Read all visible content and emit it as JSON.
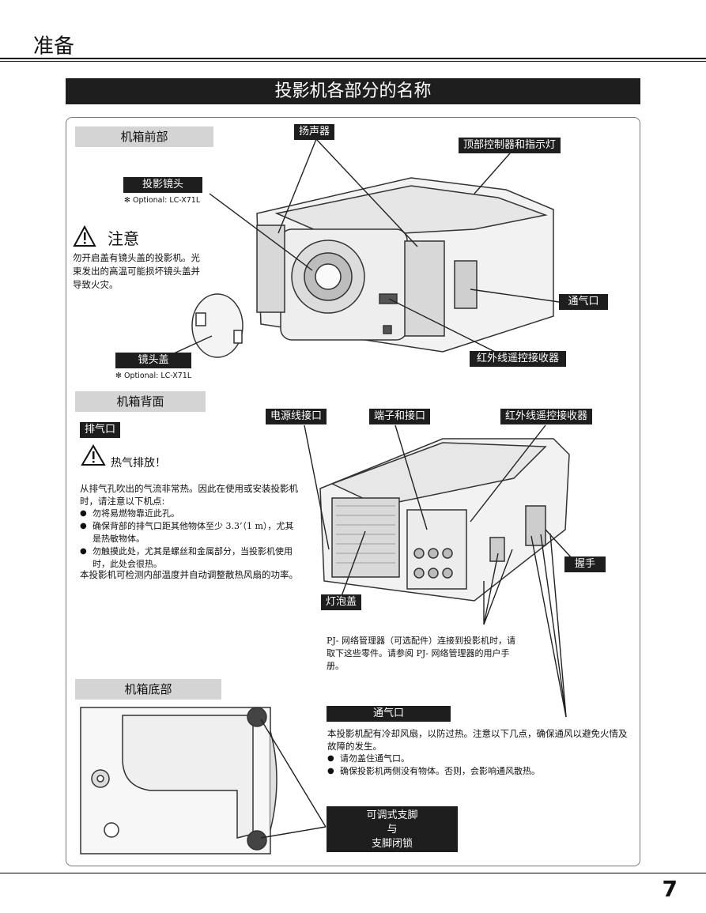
{
  "header": {
    "section_title": "准备"
  },
  "banner": {
    "title": "投影机各部分的名称"
  },
  "front": {
    "heading": "机箱前部",
    "labels": {
      "speaker": "扬声器",
      "top_controls": "顶部控制器和指示灯",
      "lens": "投影镜头",
      "lens_note": "✻ Optional: LC-X71L",
      "vent": "通气口",
      "ir_receiver": "红外线遥控接收器",
      "lens_cap": "镜头盖",
      "lens_cap_note": "✻ Optional: LC-X71L"
    },
    "caution": {
      "title": "注意",
      "text": "勿开启盖有镜头盖的投影机。光束发出的高温可能损坏镜头盖并导致火灾。"
    }
  },
  "back": {
    "heading": "机箱背面",
    "exhaust_label": "排气口",
    "hot_air": {
      "title": "热气排放！",
      "intro": "从排气孔吹出的气流非常热。因此在使用或安装投影机时，请注意以下机点:",
      "bullets": [
        "勿将易燃物靠近此孔。",
        "确保背部的排气口距其他物体至少 3.3’（1 m），尤其是热敏物体。",
        "勿触摸此处，尤其是螺丝和金属部分，当投影机使用时，此处会很热。"
      ],
      "footer": "本投影机可检测内部温度并自动调整散热风扇的功率。"
    },
    "labels": {
      "power_socket": "电源线接口",
      "terminals": "端子和接口",
      "ir_receiver": "红外线遥控接收器",
      "handle": "握手",
      "lamp_cover": "灯泡盖"
    },
    "pj_note": "PJ- 网络管理器（可选配件）连接到投影机时，请取下这些零件。请参阅 PJ- 网络管理器的用户手册。"
  },
  "bottom": {
    "heading": "机箱底部",
    "vent": {
      "label": "通气口",
      "intro": "本投影机配有冷却风扇，以防过热。注意以下几点，确保通风以避免火情及故障的发生。",
      "bullets": [
        "请勿盖住通气口。",
        "确保投影机两侧没有物体。否则，会影响通风散热。"
      ]
    },
    "feet_label": {
      "line1": "可调式支脚",
      "line2": "与",
      "line3": "支脚闭锁"
    }
  },
  "page": {
    "number": "7"
  }
}
